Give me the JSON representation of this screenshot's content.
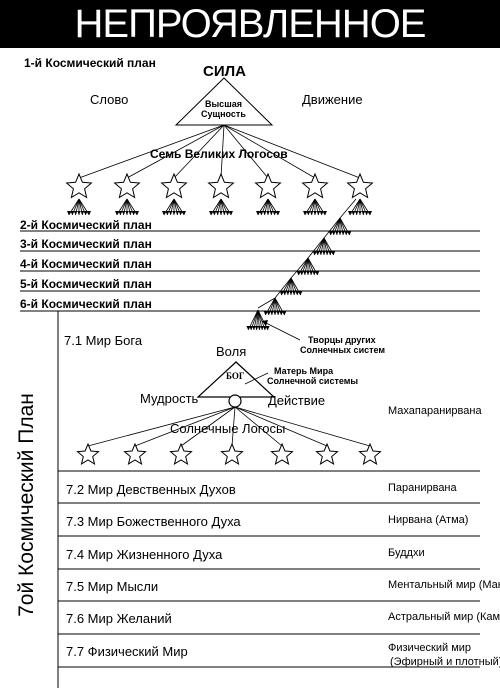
{
  "title": "НЕПРОЯВЛЕННОЕ",
  "plans": {
    "p1": "1-й Космический план",
    "p2": "2-й Космический план",
    "p3": "3-й Космический план",
    "p4": "4-й Космический план",
    "p5": "5-й Космический план",
    "p6": "6-й Космический план",
    "p7_vertical": "7ой Космический План"
  },
  "upper_triangle": {
    "top": "СИЛА",
    "left": "Слово",
    "right": "Движение",
    "center_line1": "Высшая",
    "center_line2": "Сущность",
    "logos": "Семь Великих Логосов"
  },
  "world1": {
    "label": "7.1 Мир Бога",
    "creators_line1": "Творцы других",
    "creators_line2": "Солнечных систем",
    "will": "Воля",
    "god": "БОГ",
    "mother_line1": "Матерь Мира",
    "mother_line2": "Солнечной системы",
    "wisdom": "Мудрость",
    "action": "Действие",
    "solar_logos": "Солнечные Логосы",
    "right_label": "Махапаранирвана"
  },
  "worlds": [
    {
      "label": "7.2 Мир Девственных Духов",
      "right": "Паранирвана",
      "right2": ""
    },
    {
      "label": "7.3 Мир Божественного Духа",
      "right": "Нирвана (Атма)",
      "right2": ""
    },
    {
      "label": "7.4 Мир Жизненного Духа",
      "right": "Буддхи",
      "right2": ""
    },
    {
      "label": "7.5 Мир Мысли",
      "right": "Ментальный мир (Манас)",
      "right2": ""
    },
    {
      "label": "7.6 Мир Желаний",
      "right": "Астральный мир (Кама)",
      "right2": ""
    },
    {
      "label": "7.7 Физический Мир",
      "right": "Физический мир",
      "right2": "(Эфирный и плотный)"
    }
  ]
}
